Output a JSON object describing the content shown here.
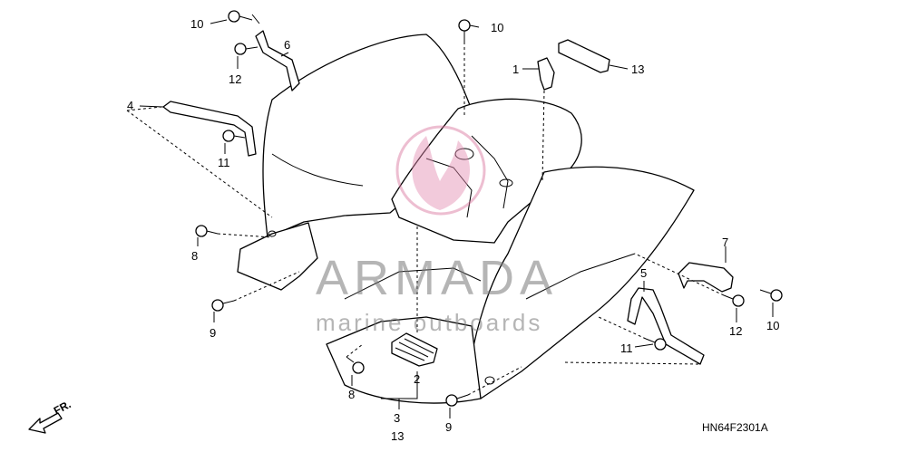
{
  "diagram": {
    "code": "HN64F2301A",
    "direction_label": "FR.",
    "watermark": {
      "brand": "ARMADA",
      "tagline": "marine outboards"
    },
    "callouts": {
      "c1": "1",
      "c2": "2",
      "c3": "3",
      "c4": "4",
      "c5": "5",
      "c6": "6",
      "c7": "7",
      "c8a": "8",
      "c8b": "8",
      "c9a": "9",
      "c9b": "9",
      "c10a": "10",
      "c10b": "10",
      "c10c": "10",
      "c11a": "11",
      "c11b": "11",
      "c12a": "12",
      "c12b": "12",
      "c13a": "13",
      "c13b": "13"
    }
  }
}
